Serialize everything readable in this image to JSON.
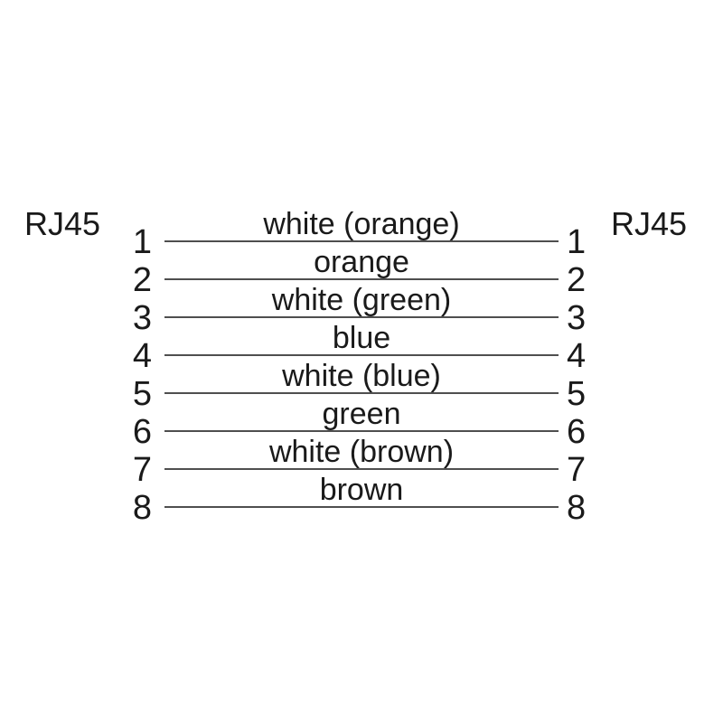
{
  "connectors": {
    "left": "RJ45",
    "right": "RJ45"
  },
  "wires": [
    {
      "pin": "1",
      "color": "white (orange)"
    },
    {
      "pin": "2",
      "color": "orange"
    },
    {
      "pin": "3",
      "color": "white (green)"
    },
    {
      "pin": "4",
      "color": "blue"
    },
    {
      "pin": "5",
      "color": "white (blue)"
    },
    {
      "pin": "6",
      "color": "green"
    },
    {
      "pin": "7",
      "color": "white (brown)"
    },
    {
      "pin": "8",
      "color": "brown"
    }
  ],
  "colors": {
    "text": "#1a1a1a",
    "line": "#4f4f4f",
    "background": "#ffffff"
  }
}
